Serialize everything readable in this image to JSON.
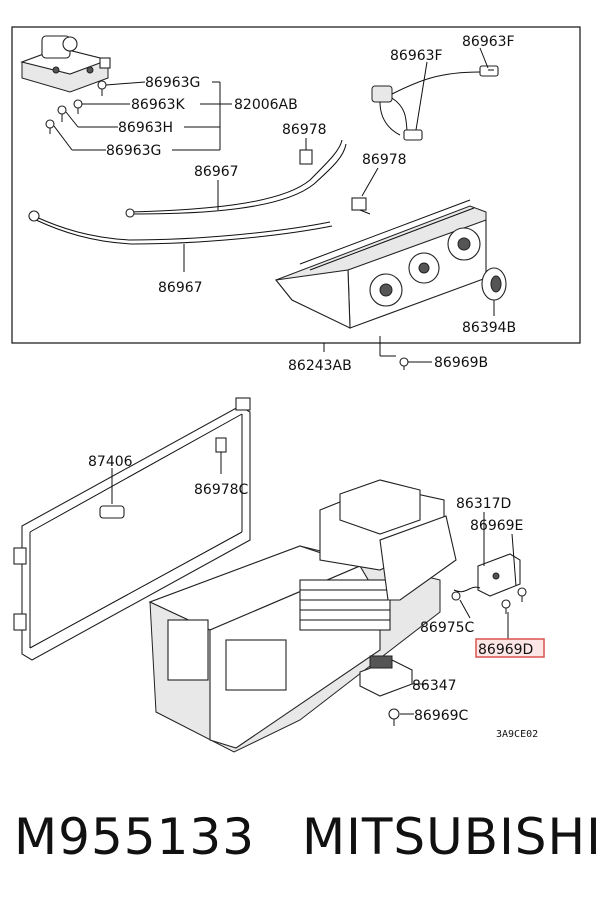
{
  "callouts": {
    "c86963G_a": "86963G",
    "c86963K": "86963K",
    "c82006AB": "82006AB",
    "c86963H": "86963H",
    "c86963G_b": "86963G",
    "c86963F_a": "86963F",
    "c86963F_b": "86963F",
    "c86978_a": "86978",
    "c86978_b": "86978",
    "c86967_a": "86967",
    "c86967_b": "86967",
    "c86394B": "86394B",
    "c86243AB": "86243AB",
    "c86969B": "86969B",
    "c87406": "87406",
    "c86978C": "86978C",
    "c86317D": "86317D",
    "c86969E": "86969E",
    "c86975C": "86975C",
    "c86969D": "86969D",
    "c86347": "86347",
    "c86969C": "86969C"
  },
  "diagram_code": "3A9CE02",
  "highlight_color": "#d9534f",
  "footer": {
    "part_number": "M955133",
    "brand": "MITSUBISHI"
  }
}
